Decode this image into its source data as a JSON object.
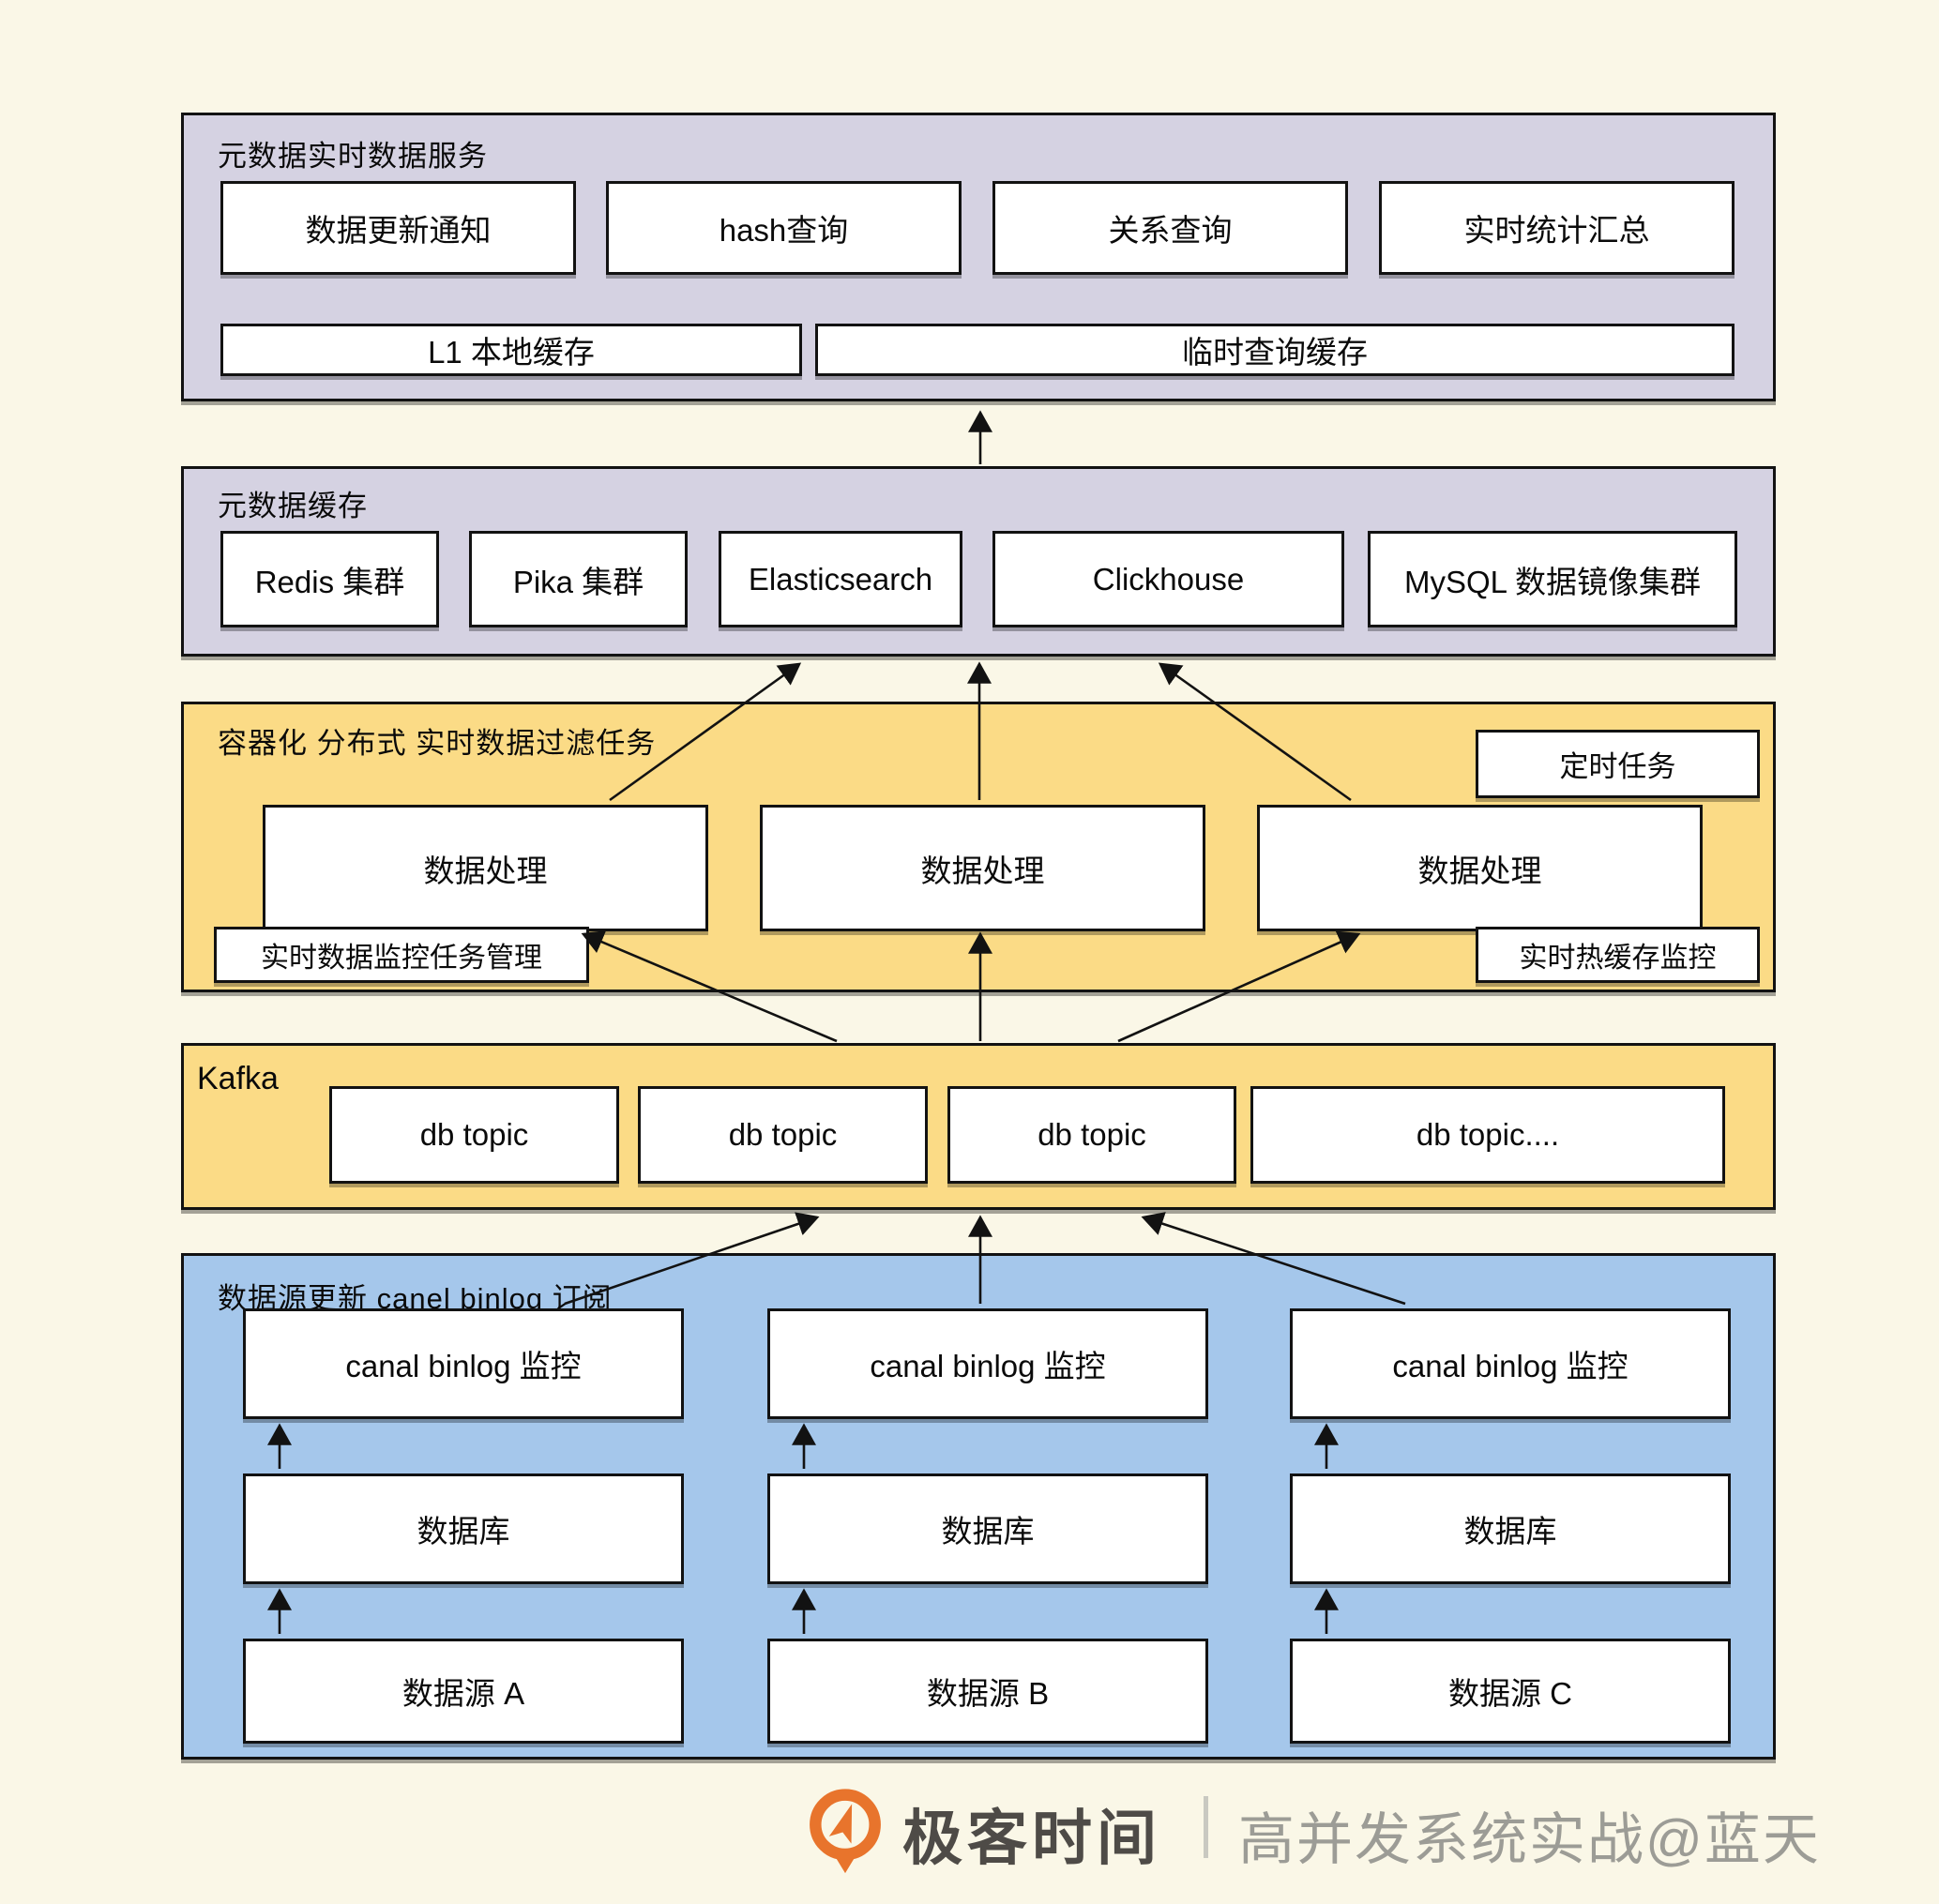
{
  "layers": {
    "service": {
      "title": "元数据实时数据服务",
      "row1": [
        "数据更新通知",
        "hash查询",
        "关系查询",
        "实时统计汇总"
      ],
      "row2": [
        "L1 本地缓存",
        "临时查询缓存"
      ]
    },
    "cache": {
      "title": "元数据缓存",
      "boxes": [
        "Redis 集群",
        "Pika 集群",
        "Elasticsearch",
        "Clickhouse",
        "MySQL 数据镜像集群"
      ]
    },
    "filter": {
      "title": "容器化 分布式 实时数据过滤任务",
      "timer": "定时任务",
      "processors": [
        "数据处理",
        "数据处理",
        "数据处理"
      ],
      "monitor_left": "实时数据监控任务管理",
      "monitor_right": "实时热缓存监控"
    },
    "kafka": {
      "title": "Kafka",
      "topics": [
        "db topic",
        "db topic",
        "db topic",
        "db topic...."
      ]
    },
    "source": {
      "title": "数据源更新 canel binlog 订阅",
      "canal": [
        "canal binlog 监控",
        "canal binlog 监控",
        "canal binlog 监控"
      ],
      "db": [
        "数据库",
        "数据库",
        "数据库"
      ],
      "src": [
        "数据源 A",
        "数据源 B",
        "数据源 C"
      ]
    }
  },
  "footer": {
    "brand": "极客时间",
    "divider": "|",
    "credit": "高并发系统实战@蓝天"
  },
  "colors": {
    "background": "#FAF7E7",
    "layer_purple": "#D5D2E2",
    "layer_yellow": "#FBDB86",
    "layer_blue": "#A5C7EB",
    "box_white": "#FFFFFF",
    "border": "#121212",
    "logo_orange": "#E8742C",
    "brand_text": "#4E4B47",
    "credit_text": "#9C9C96"
  }
}
